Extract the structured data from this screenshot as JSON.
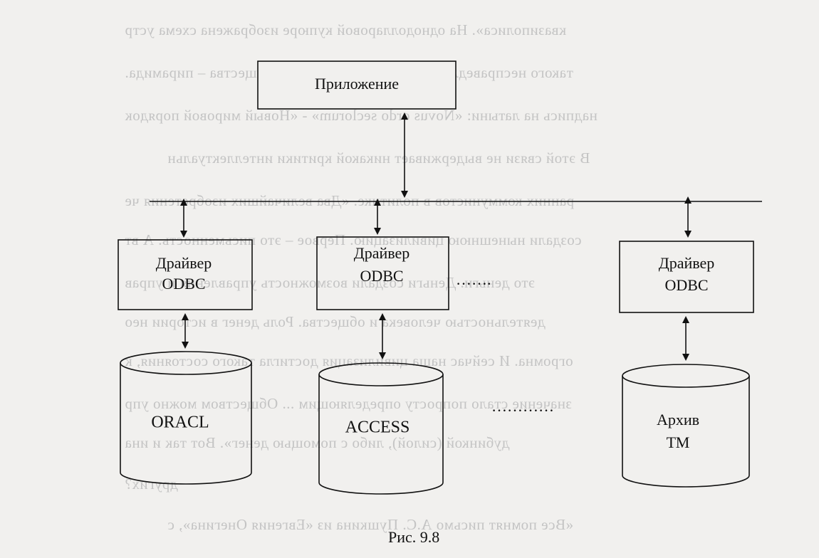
{
  "background_text": [
    "квазиполиса». На однодолларовой купюре изображена схема устр",
    "такого несправедливого рабовладельческого общества – пирамида.",
    "надпись на латыни: «Novus ordo seclorum» - «Новый мировой порядок",
    "В этой связи не выдерживает никакой критики интеллектуальн",
    "ранних коммунистов в политике. «Два величайших изобретения че",
    "создали нынешнюю цивилизацию. Первое – это письменность. А вт",
    "это деньги. Деньги создали возможность управления и управ",
    "деятельностью человека и общества. Роль денег в истории нео",
    "огромна. И сейчас наша цивилизация достигла такого состояния, к",
    "значение стало попросту определяющим ... Обществом можно упр",
    "дубинкой (силой), либо с помощью денег». Вот так и ина",
    "других?",
    "«Все помнят письмо А.С. Пушкина из «Евгения Онегина», с"
  ],
  "diagram": {
    "application": {
      "label": "Приложение"
    },
    "drivers": [
      {
        "line1": "Драйвер",
        "line2": "ODBC"
      },
      {
        "line1": "Драйвер",
        "line2": "ODBC"
      },
      {
        "line1": "Драйвер",
        "line2": "ODBC"
      }
    ],
    "databases": [
      {
        "lines": [
          "ORACL"
        ]
      },
      {
        "lines": [
          "ACCESS"
        ]
      },
      {
        "lines": [
          "Архив",
          "ТМ"
        ]
      }
    ],
    "ellipsis_drivers": "…….",
    "ellipsis_databases": "…………"
  },
  "caption": "Рис. 9.8"
}
